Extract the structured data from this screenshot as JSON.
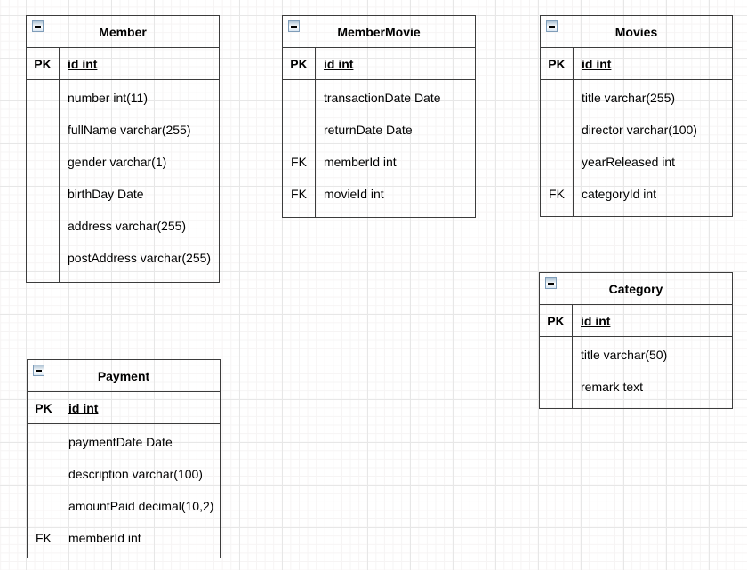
{
  "canvas": {
    "background_color": "#ffffff",
    "grid_major_color": "#e7e7e7",
    "grid_minor_color": "#f6f4f4",
    "stroke_color": "#3c3c3c"
  },
  "tables": [
    {
      "title": "Member",
      "collapse_icon": "minus-square-icon",
      "pk": {
        "key": "PK",
        "field": "id int"
      },
      "fields": [
        {
          "key": "",
          "text": "number int(11)"
        },
        {
          "key": "",
          "text": "fullName varchar(255)"
        },
        {
          "key": "",
          "text": "gender varchar(1)"
        },
        {
          "key": "",
          "text": "birthDay Date"
        },
        {
          "key": "",
          "text": "address varchar(255)"
        },
        {
          "key": "",
          "text": "postAddress varchar(255)"
        }
      ]
    },
    {
      "title": "MemberMovie",
      "collapse_icon": "minus-square-icon",
      "pk": {
        "key": "PK",
        "field": "id int"
      },
      "fields": [
        {
          "key": "",
          "text": "transactionDate Date"
        },
        {
          "key": "",
          "text": "returnDate Date"
        },
        {
          "key": "FK",
          "text": "memberId int"
        },
        {
          "key": "FK",
          "text": "movieId int"
        }
      ]
    },
    {
      "title": "Movies",
      "collapse_icon": "minus-square-icon",
      "pk": {
        "key": "PK",
        "field": "id int"
      },
      "fields": [
        {
          "key": "",
          "text": "title varchar(255)"
        },
        {
          "key": "",
          "text": "director varchar(100)"
        },
        {
          "key": "",
          "text": "yearReleased int"
        },
        {
          "key": "FK",
          "text": "categoryId int"
        }
      ]
    },
    {
      "title": "Category",
      "collapse_icon": "minus-square-icon",
      "pk": {
        "key": "PK",
        "field": "id int"
      },
      "fields": [
        {
          "key": "",
          "text": "title varchar(50)"
        },
        {
          "key": "",
          "text": "remark text"
        }
      ]
    },
    {
      "title": "Payment",
      "collapse_icon": "minus-square-icon",
      "pk": {
        "key": "PK",
        "field": "id int"
      },
      "fields": [
        {
          "key": "",
          "text": "paymentDate Date"
        },
        {
          "key": "",
          "text": "description varchar(100)"
        },
        {
          "key": "",
          "text": "amountPaid decimal(10,2)"
        },
        {
          "key": "FK",
          "text": "memberId int"
        }
      ]
    }
  ]
}
